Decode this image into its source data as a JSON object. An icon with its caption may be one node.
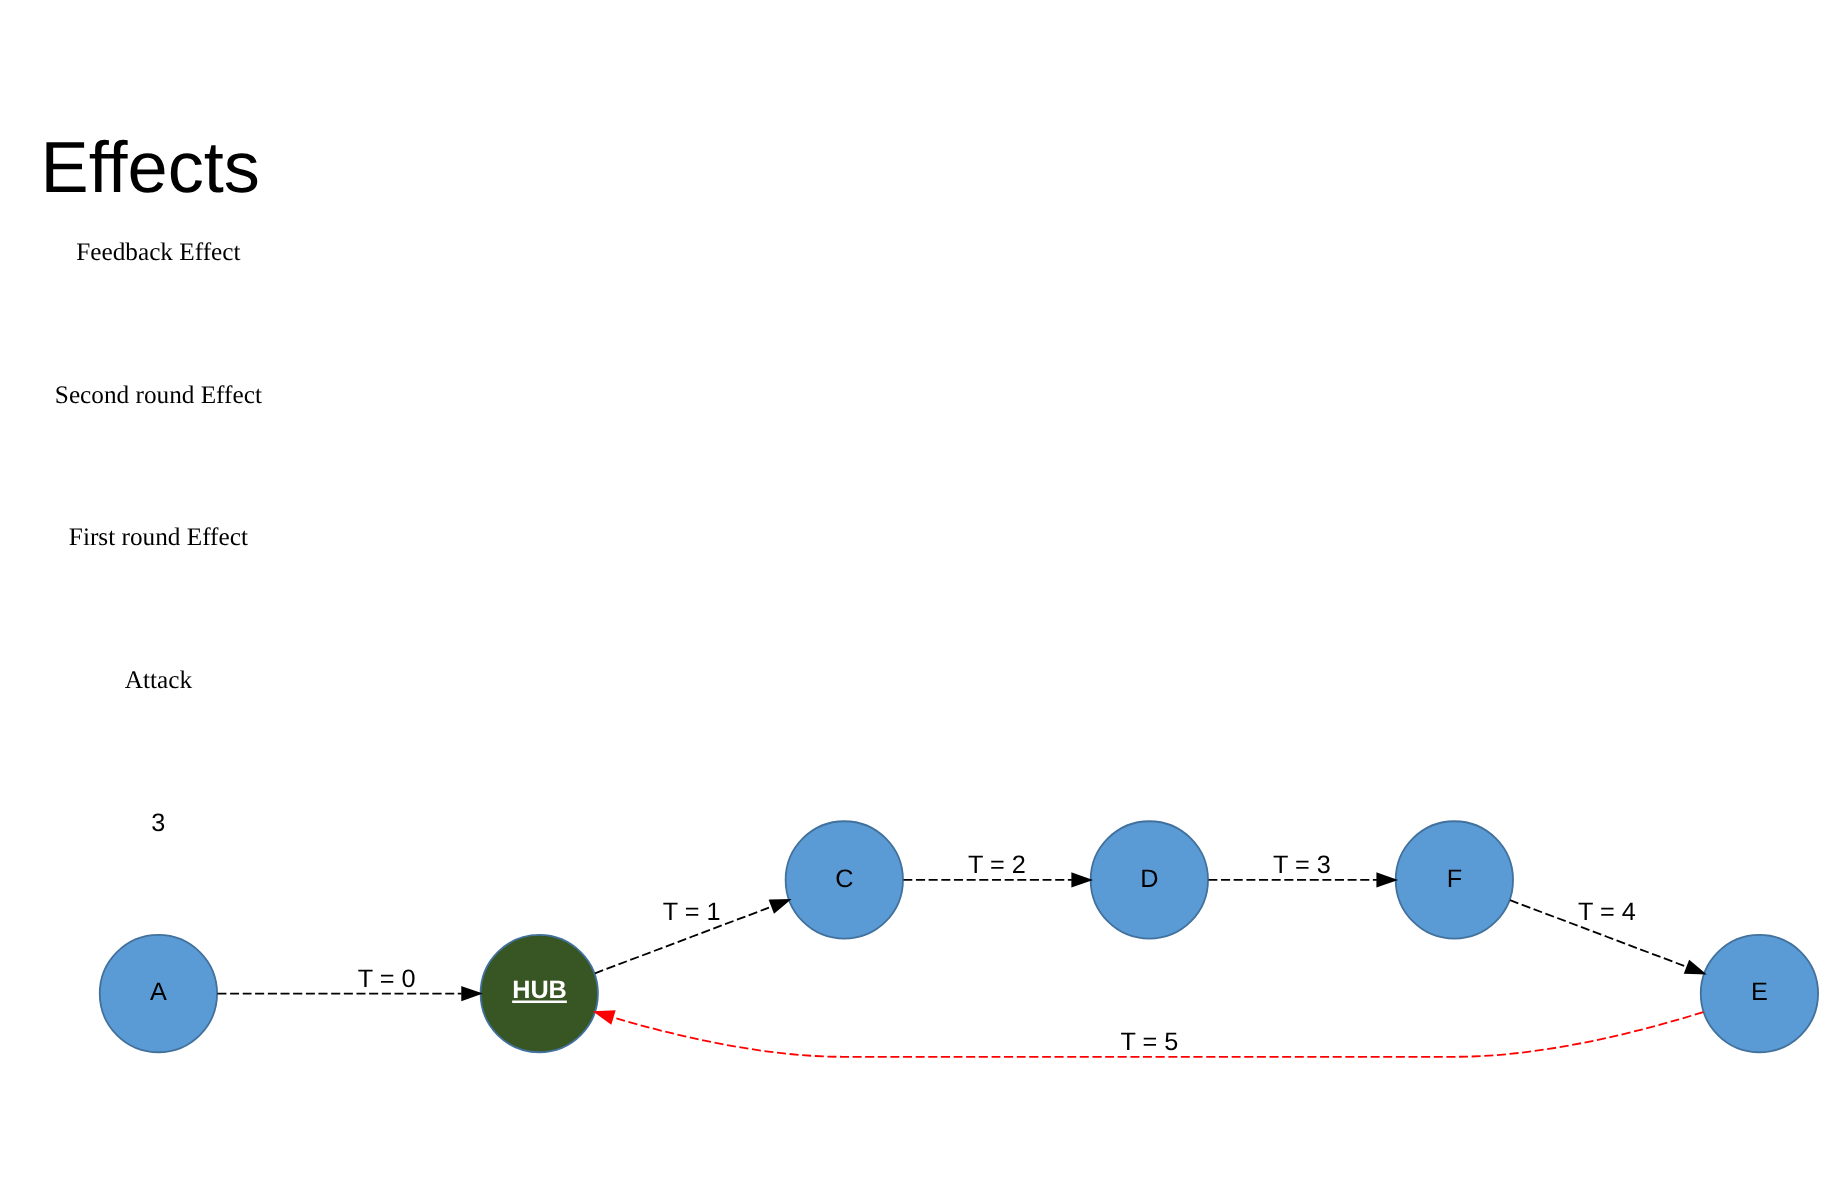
{
  "diagram": {
    "title": "Effects",
    "nodes": [
      {
        "text": [
          "A"
        ]
      },
      {
        "text": [
          "HUB"
        ]
      },
      {
        "text": [
          "C"
        ]
      },
      {
        "text": [
          "D"
        ]
      },
      {
        "text": [
          "E"
        ]
      },
      {
        "text": [
          "F"
        ]
      }
    ],
    "edges": [
      {
        "from": 0,
        "to": 1,
        "arrow": "to",
        "label": "T = 0",
        "style": "dashed"
      },
      {
        "from": 1,
        "to": 2,
        "arrow": "to",
        "label": "T = 1",
        "style": "dashed"
      },
      {
        "from": 2,
        "to": 3,
        "arrow": "to",
        "label": "T = 2",
        "style": "dashed"
      },
      {
        "from": 3,
        "to": 5,
        "arrow": "to",
        "label": "T = 3",
        "style": "dashed"
      },
      {
        "from": 5,
        "to": 4,
        "arrow": "to",
        "label": "T = 4",
        "style": "dashed"
      },
      {
        "from": 4,
        "to": 1,
        "arrow": "to",
        "label": "T = 5",
        "style": "dashed",
        "color": "#ff0000"
      }
    ],
    "labels": [
      "3",
      "Attack",
      "First round Effect",
      "Second round Effect",
      "Feedback Effect"
    ]
  }
}
